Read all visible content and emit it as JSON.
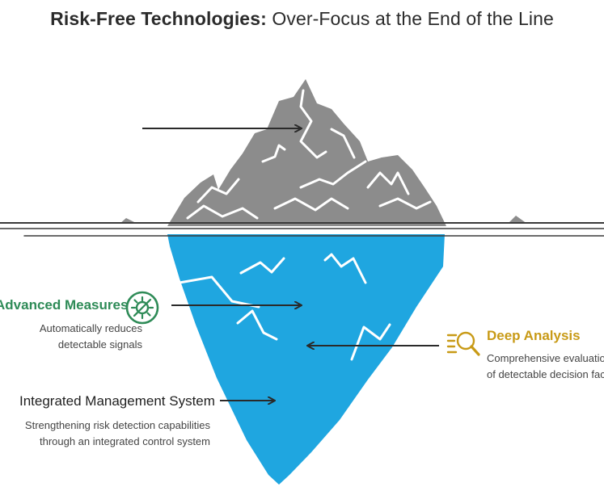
{
  "title": {
    "bold": "Risk-Free Technologies:",
    "rest": "Over-Focus at the End of the Line"
  },
  "advanced_measures": {
    "title": "Advanced Measures",
    "desc_line1": "Automatically reduces",
    "desc_line2": "detectable signals",
    "color": "#2e8b57",
    "icon": "virus-shield-icon"
  },
  "deep_analysis": {
    "title": "Deep Analysis",
    "desc_line1": "Comprehensive evaluation",
    "desc_line2": "of detectable decision factors",
    "color": "#c89a16",
    "icon": "magnifier-list-icon"
  },
  "integrated_management": {
    "title": "Integrated Management System",
    "desc_line1": "Strengthening risk detection capabilities",
    "desc_line2": "through an integrated control system"
  },
  "colors": {
    "iceberg_above": "#8c8c8c",
    "iceberg_below": "#1fa6e0",
    "waterline": "#3a3a3a",
    "arrow": "#2a2a2a"
  }
}
